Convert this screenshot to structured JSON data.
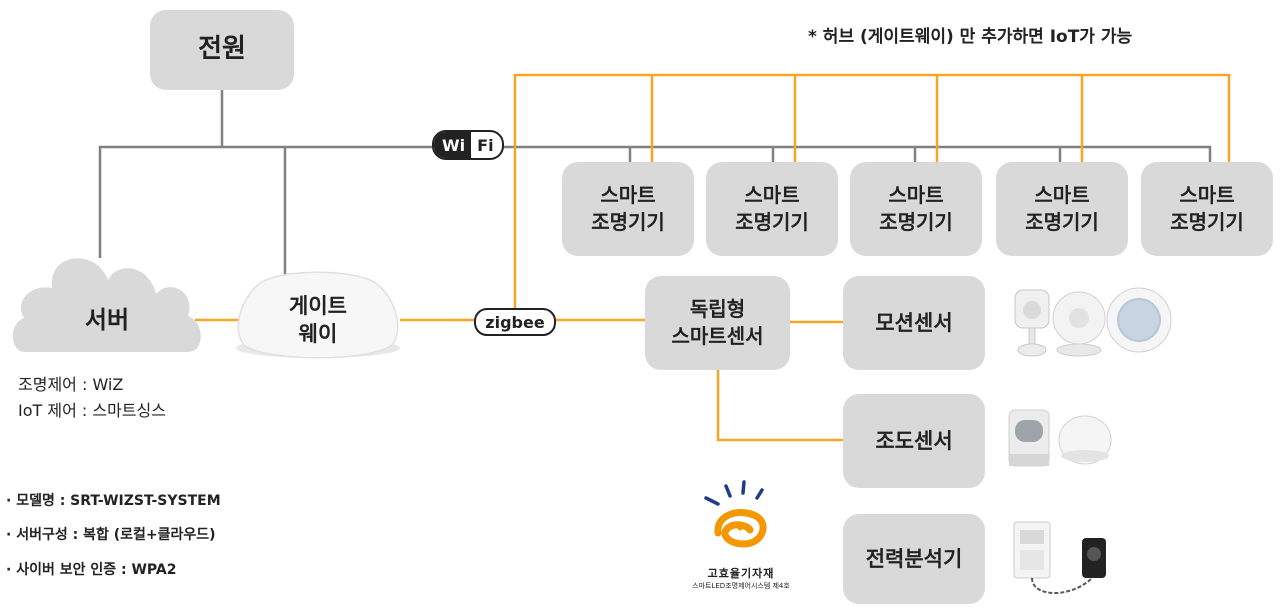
{
  "note": "* 허브 (게이트웨이) 만 추가하면 IoT가 가능",
  "power": "전원",
  "server": "서버",
  "gateway": [
    "게이트",
    "웨이"
  ],
  "wifi": {
    "left": "Wi",
    "right": "Fi"
  },
  "zigbee": "zigbee",
  "lights": [
    {
      "line1": "스마트",
      "line2": "조명기기"
    },
    {
      "line1": "스마트",
      "line2": "조명기기"
    },
    {
      "line1": "스마트",
      "line2": "조명기기"
    },
    {
      "line1": "스마트",
      "line2": "조명기기"
    },
    {
      "line1": "스마트",
      "line2": "조명기기"
    }
  ],
  "standalone_sensor": [
    "독립형",
    "스마트센서"
  ],
  "motion_sensor": "모션센서",
  "light_sensor": "조도센서",
  "power_analyzer": "전력분석기",
  "control_info": [
    "조명제어 : WiZ",
    "IoT 제어 : 스마트싱스"
  ],
  "specs": [
    "· 모델명 : SRT-WIZST-SYSTEM",
    "· 서버구성 : 복합 (로컬+클라우드)",
    "· 사이버 보안 인증 : WPA2"
  ],
  "certification": {
    "title": "고효율기자재",
    "subtitle": "스마트LED조명제어시스템 제4호"
  },
  "colors": {
    "box": "#d9d9d9",
    "wifi_line": "#808080",
    "zigbee_line": "#f5a623",
    "logo_orange": "#f39800",
    "logo_blue": "#1e3c8c"
  }
}
